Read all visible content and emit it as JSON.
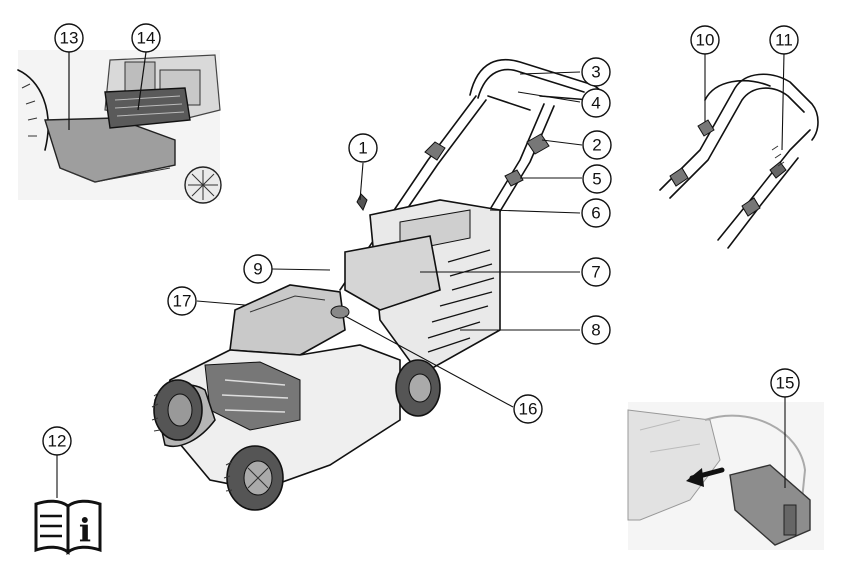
{
  "figure": {
    "callouts": [
      {
        "id": "c1",
        "label": "1"
      },
      {
        "id": "c2",
        "label": "2"
      },
      {
        "id": "c3",
        "label": "3"
      },
      {
        "id": "c4",
        "label": "4"
      },
      {
        "id": "c5",
        "label": "5"
      },
      {
        "id": "c6",
        "label": "6"
      },
      {
        "id": "c7",
        "label": "7"
      },
      {
        "id": "c8",
        "label": "8"
      },
      {
        "id": "c9",
        "label": "9"
      },
      {
        "id": "c10",
        "label": "10"
      },
      {
        "id": "c11",
        "label": "11"
      },
      {
        "id": "c12",
        "label": "12"
      },
      {
        "id": "c13",
        "label": "13"
      },
      {
        "id": "c14",
        "label": "14"
      },
      {
        "id": "c15",
        "label": "15"
      },
      {
        "id": "c16",
        "label": "16"
      },
      {
        "id": "c17",
        "label": "17"
      }
    ],
    "manual_icon": {
      "glyph": "i",
      "icon": "read-manual-icon"
    }
  }
}
